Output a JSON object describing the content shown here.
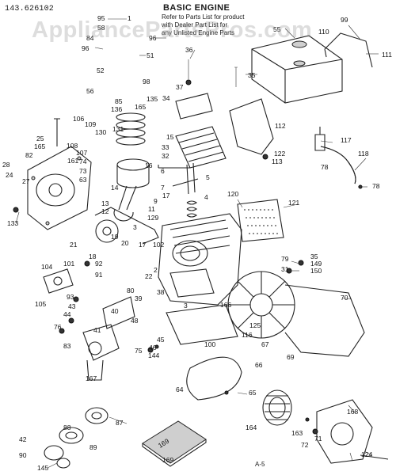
{
  "header": {
    "catalog_number": "143.626102",
    "title": "BASIC ENGINE",
    "note_lines": [
      "Refer to Parts List for product",
      "with Dealer Part List for",
      "any Unlisted Engine Parts"
    ]
  },
  "watermark": "AppliancePartsPros.com",
  "page_id": "A-5",
  "book_label": "169",
  "callouts": [
    "95",
    "1",
    "58",
    "84",
    "96",
    "96",
    "51",
    "36",
    "55",
    "99",
    "110",
    "111",
    "52",
    "56",
    "98",
    "85",
    "136",
    "135",
    "165",
    "37",
    "34",
    "35",
    "112",
    "106",
    "109",
    "130",
    "131",
    "25",
    "165",
    "82",
    "107",
    "108",
    "161",
    "28",
    "24",
    "27",
    "74",
    "73",
    "63",
    "15",
    "33",
    "32",
    "16",
    "6",
    "5",
    "117",
    "122",
    "113",
    "118",
    "78",
    "78",
    "120",
    "121",
    "133",
    "14",
    "17",
    "7",
    "4",
    "13",
    "12",
    "11",
    "9",
    "129",
    "19",
    "3",
    "21",
    "20",
    "17",
    "18",
    "102",
    "79",
    "31",
    "35",
    "149",
    "150",
    "104",
    "101",
    "92",
    "91",
    "22",
    "2",
    "105",
    "93",
    "43",
    "44",
    "80",
    "39",
    "38",
    "3",
    "166",
    "70",
    "76",
    "83",
    "48",
    "45",
    "46",
    "41",
    "40",
    "144",
    "125",
    "100",
    "116",
    "67",
    "66",
    "69",
    "167",
    "75",
    "64",
    "65",
    "88",
    "87",
    "42",
    "90",
    "89",
    "145",
    "164",
    "163",
    "71",
    "72",
    "168",
    "124"
  ]
}
